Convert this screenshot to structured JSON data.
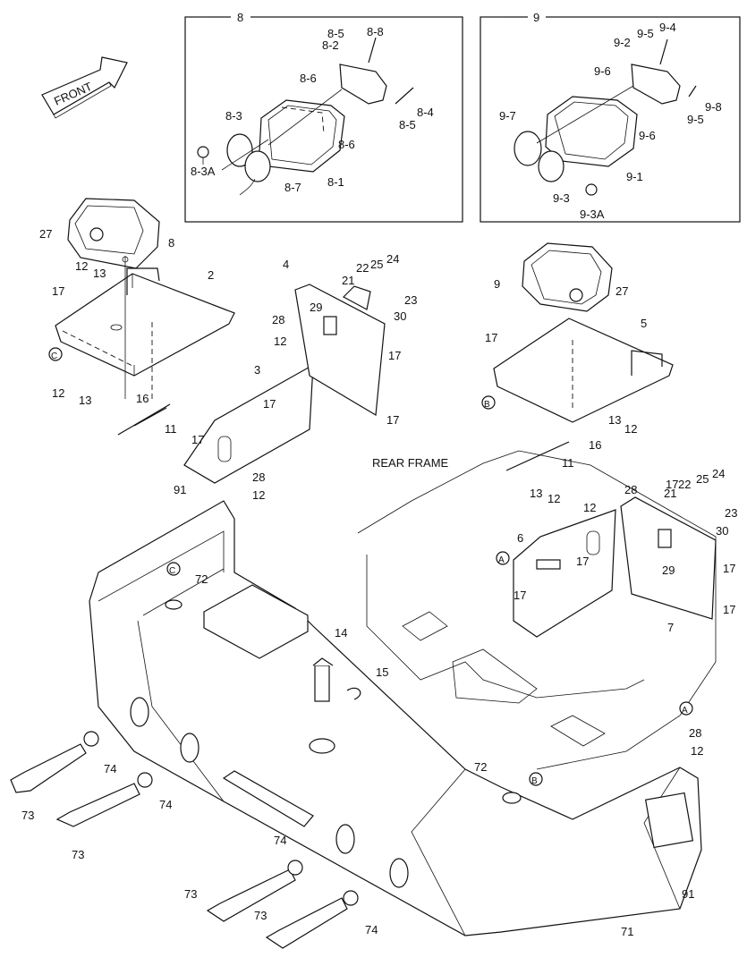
{
  "front_arrow": {
    "label": "FRONT"
  },
  "rear_frame": {
    "label": "REAR FRAME"
  },
  "detail_boxes": [
    {
      "number": "8",
      "labels": [
        "8-1",
        "8-2",
        "8-3",
        "8-3A",
        "8-4",
        "8-5",
        "8-5",
        "8-6",
        "8-6",
        "8-7",
        "8-8"
      ]
    },
    {
      "number": "9",
      "labels": [
        "9-1",
        "9-2",
        "9-3",
        "9-3A",
        "9-4",
        "9-5",
        "9-5",
        "9-6",
        "9-6",
        "9-7",
        "9-8"
      ]
    }
  ],
  "callouts": {
    "c2": "2",
    "c3": "3",
    "c4": "4",
    "c5": "5",
    "c6": "6",
    "c7": "7",
    "c8": "8",
    "c9": "9",
    "c11a": "11",
    "c11b": "11",
    "c12a": "12",
    "c12b": "12",
    "c12c": "12",
    "c12d": "12",
    "c12e": "12",
    "c12f": "12",
    "c12g": "12",
    "c13a": "13",
    "c13b": "13",
    "c13c": "13",
    "c13d": "13",
    "c14": "14",
    "c15": "15",
    "c16a": "16",
    "c16b": "16",
    "c17a": "17",
    "c17b": "17",
    "c17c": "17",
    "c17d": "17",
    "c17e": "17",
    "c17f": "17",
    "c17g": "17",
    "c17h": "17",
    "c17i": "17",
    "c17j": "17",
    "c17k": "17",
    "c21a": "21",
    "c21b": "21",
    "c22a": "22",
    "c22b": "22",
    "c23a": "23",
    "c23b": "23",
    "c24a": "24",
    "c24b": "24",
    "c25a": "25",
    "c25b": "25",
    "c27a": "27",
    "c27b": "27",
    "c28a": "28",
    "c28b": "28",
    "c28c": "28",
    "c28d": "28",
    "c29a": "29",
    "c29b": "29",
    "c30a": "30",
    "c30b": "30",
    "c71": "71",
    "c72a": "72",
    "c72b": "72",
    "c73a": "73",
    "c73b": "73",
    "c73c": "73",
    "c73d": "73",
    "c74a": "74",
    "c74b": "74",
    "c74c": "74",
    "c74d": "74",
    "c91a": "91",
    "c91b": "91"
  },
  "reference_marks": {
    "a": "A",
    "b": "B",
    "c": "C"
  }
}
